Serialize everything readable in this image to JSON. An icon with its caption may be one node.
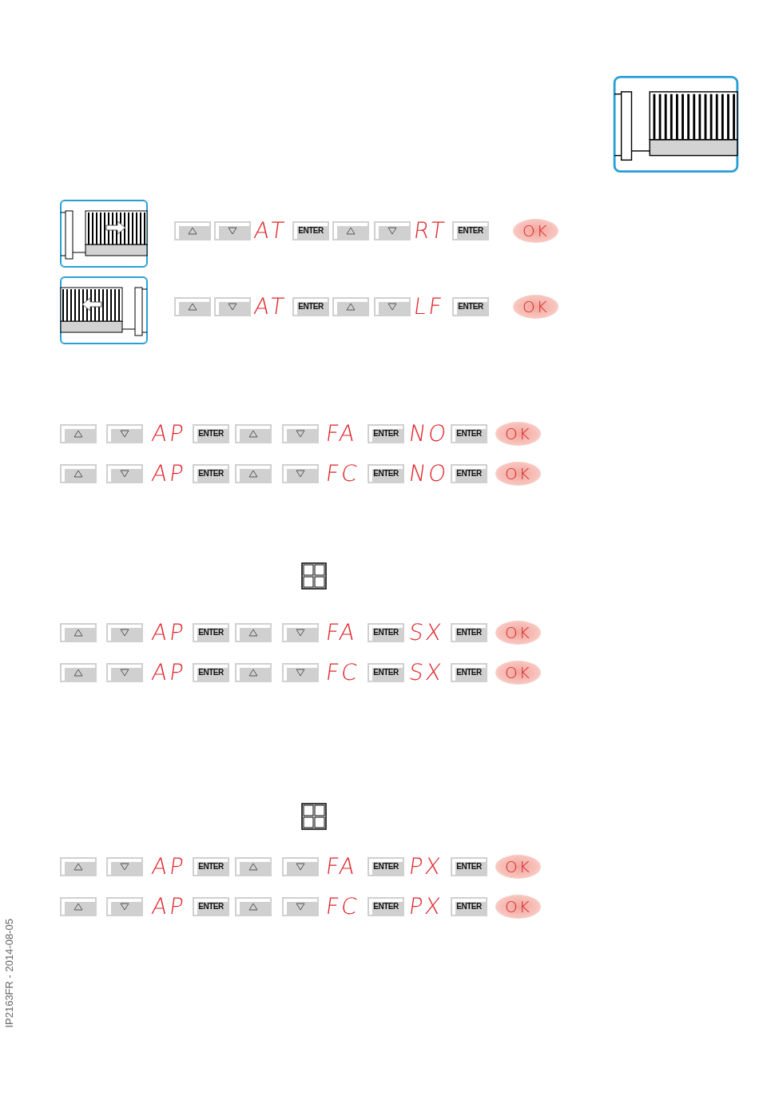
{
  "diagram": {
    "labels": [
      "AT",
      "ENTER",
      "RT",
      "ENTER",
      "OK",
      "AT",
      "ENTER",
      "LF",
      "ENTER",
      "OK",
      "AP",
      "ENTER",
      "FA",
      "ENTER",
      "NO",
      "ENTER",
      "OK",
      "AP",
      "ENTER",
      "FC",
      "ENTER",
      "NO",
      "ENTER",
      "OK",
      "AP",
      "ENTER",
      "FA",
      "ENTER",
      "SX",
      "ENTER",
      "OK",
      "AP",
      "ENTER",
      "FC",
      "ENTER",
      "SX",
      "ENTER",
      "OK",
      "AP",
      "ENTER",
      "FA",
      "ENTER",
      "PX",
      "ENTER",
      "OK",
      "AP",
      "ENTER",
      "FC",
      "ENTER",
      "PX",
      "ENTER",
      "OK",
      "IP2163FR - 2014-08-05"
    ]
  }
}
